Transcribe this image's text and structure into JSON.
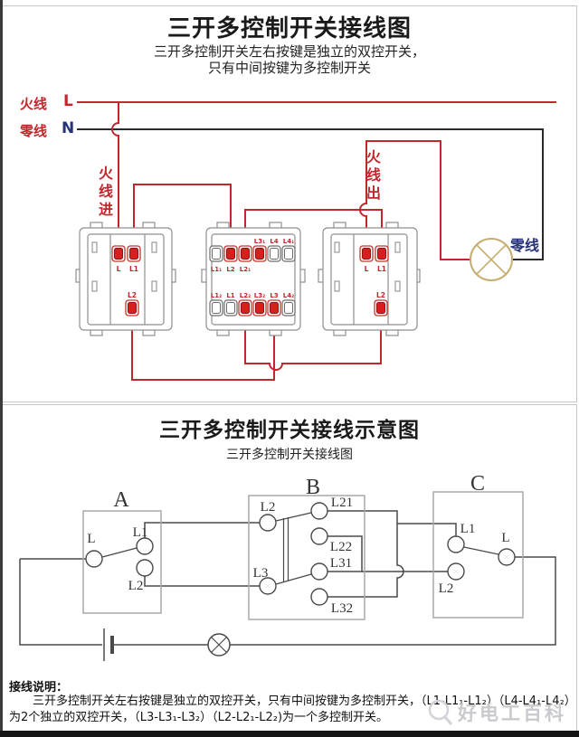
{
  "panel_top": {
    "title": "三开多控制开关接线图",
    "subtitle_line1": "三开多控制开关左右按键是独立的双控开关，",
    "subtitle_line2": "只有中间按键为多控制开关",
    "live_label": "火线",
    "live_letter": "L",
    "neutral_label": "零线",
    "neutral_letter": "N",
    "live_in_label": "火线进",
    "live_out_label": "火线出",
    "lamp_neutral_label": "零线",
    "switch1": {
      "labels": [
        "L",
        "L1",
        "L2"
      ]
    },
    "switch2": {
      "top_labels": [
        "L1₁",
        "L2",
        "L2₁",
        "L3₁",
        "L4",
        "L4₁"
      ],
      "bottom_labels": [
        "L1₂",
        "L1",
        "L2₂",
        "L3₂",
        "L3",
        "L4₂"
      ]
    },
    "switch3": {
      "labels": [
        "L",
        "L1",
        "L2"
      ]
    },
    "colors": {
      "live_wire": "#c1272d",
      "neutral_wire": "#2a2a2a",
      "neutral_letter": "#26337b",
      "lamp": "#c6ad72",
      "terminal_active": "#d81e1e"
    }
  },
  "panel_bottom": {
    "title": "三开多控制开关接线示意图",
    "subtitle": "三开多控制开关接线图",
    "switch_a": {
      "name": "A",
      "l": "L",
      "l1": "L1",
      "l2": "L2"
    },
    "switch_b": {
      "name": "B",
      "l2": "L2",
      "l3": "L3",
      "l21": "L21",
      "l22": "L22",
      "l31": "L31",
      "l32": "L32"
    },
    "switch_c": {
      "name": "C",
      "l1": "L1",
      "l2": "L2",
      "l": "L"
    },
    "notes": {
      "heading": "接线说明：",
      "line1": "三开多控制开关左右按键是独立的双控开关，只有中间按键为多控制开关，（L1-L1₁-L1₂）（L4-L4₁-L4₂）",
      "line2": "为2个独立的双控开关，（L3-L3₁-L3₂）（L2-L2₁-L2₂)为一个多控制开关。"
    },
    "watermark": "好电工百科"
  }
}
